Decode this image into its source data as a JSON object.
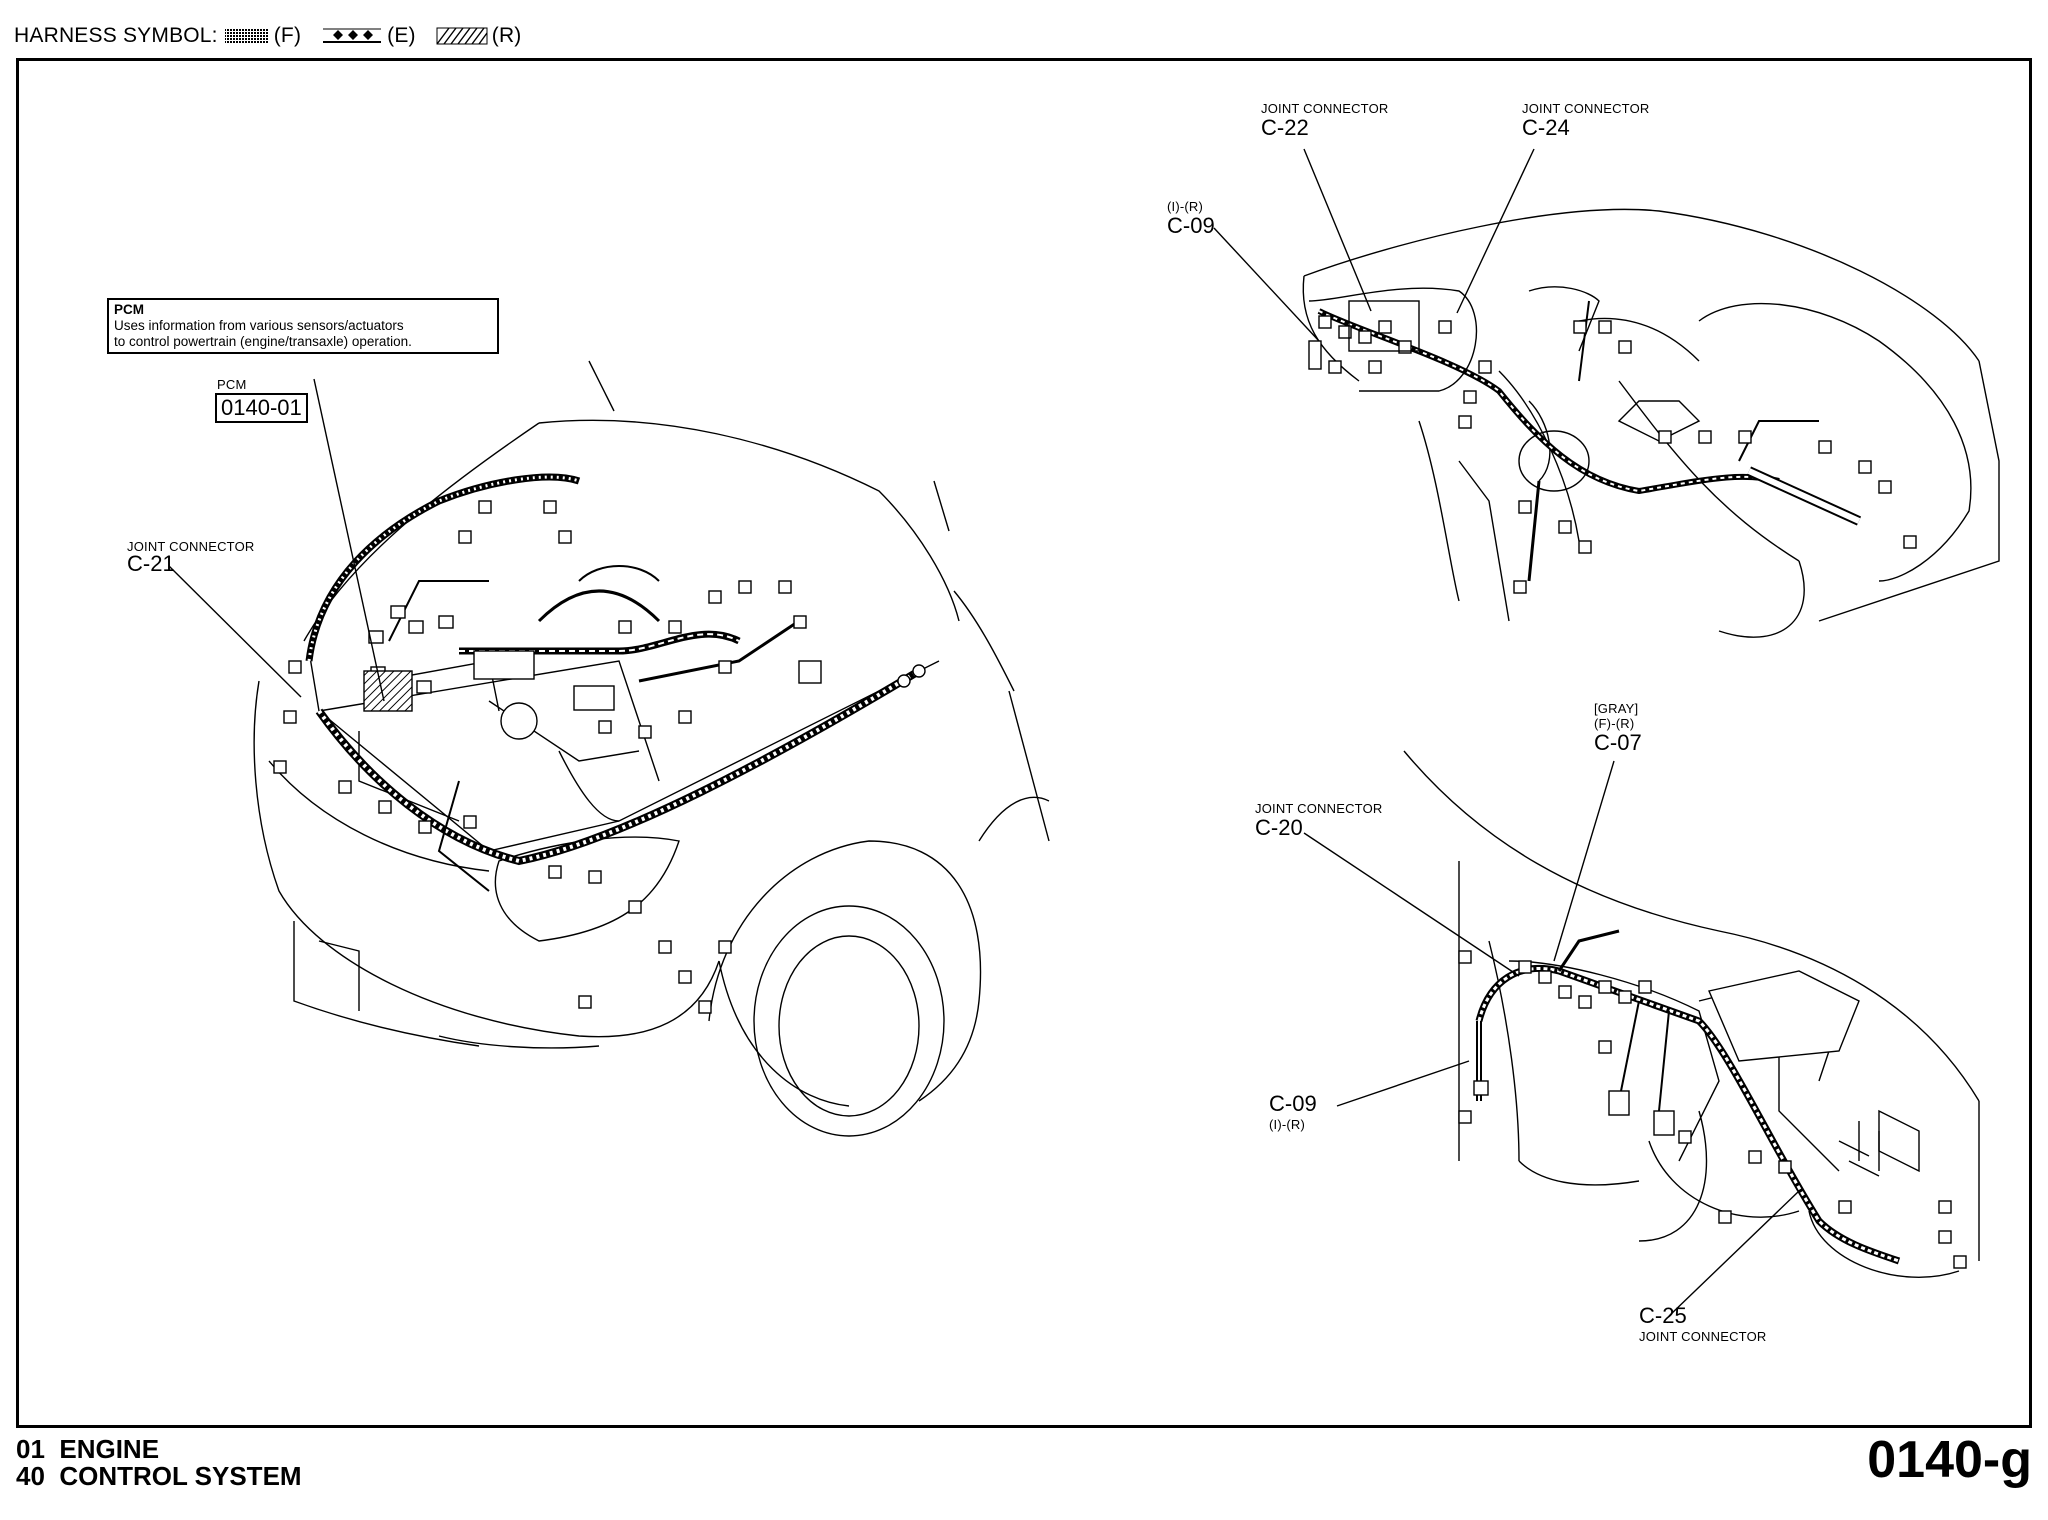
{
  "legend": {
    "prefix": "HARNESS SYMBOL:",
    "items": [
      {
        "pattern": "dotted-grid",
        "label": "(F)"
      },
      {
        "pattern": "diamond-line",
        "label": "(E)"
      },
      {
        "pattern": "diagonal-hatch",
        "label": "(R)"
      }
    ]
  },
  "pcm_box": {
    "title": "PCM",
    "line1": "Uses information from various sensors/actuators",
    "line2": "to control powertrain (engine/transaxle) operation."
  },
  "pcm_ref": {
    "small": "PCM",
    "code": "0140-01"
  },
  "callouts": {
    "c21": {
      "small": "JOINT CONNECTOR",
      "code": "C-21"
    },
    "c22": {
      "small": "JOINT CONNECTOR",
      "code": "C-22"
    },
    "c24": {
      "small": "JOINT CONNECTOR",
      "code": "C-24"
    },
    "c09_top": {
      "small": "(I)-(R)",
      "code": "C-09"
    },
    "c07": {
      "small1": "[GRAY]",
      "small2": "(F)-(R)",
      "code": "C-07"
    },
    "c20": {
      "small": "JOINT CONNECTOR",
      "code": "C-20"
    },
    "c09_bottom": {
      "code": "C-09",
      "small": "(I)-(R)"
    },
    "c25": {
      "code": "C-25",
      "small": "JOINT CONNECTOR"
    }
  },
  "footer": {
    "line1": "01  ENGINE",
    "line2": "40  CONTROL SYSTEM",
    "page_code": "0140-g"
  }
}
